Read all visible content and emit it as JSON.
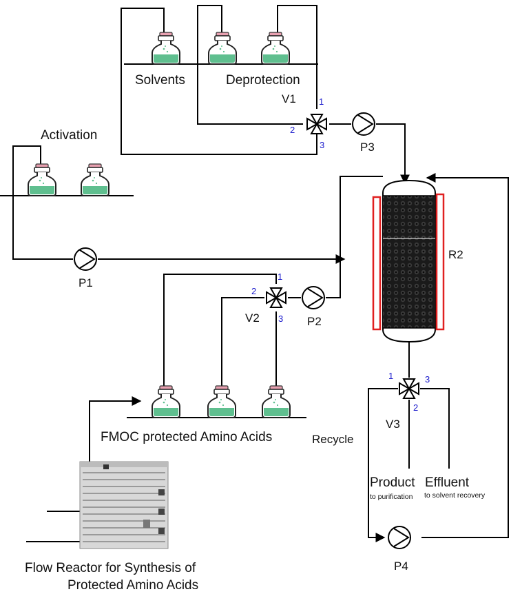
{
  "labels": {
    "solvents": "Solvents",
    "deprotection": "Deprotection",
    "activation": "Activation",
    "fmoc": "FMOC protected Amino Acids",
    "recycle": "Recycle",
    "product": "Product",
    "product_sub": "to purification",
    "effluent": "Effluent",
    "effluent_sub": "to solvent recovery",
    "flow_reactor_line1": "Flow Reactor for Synthesis of",
    "flow_reactor_line2": "Protected Amino Acids"
  },
  "valves": [
    {
      "id": "V1",
      "ports": [
        "1",
        "2",
        "3"
      ]
    },
    {
      "id": "V2",
      "ports": [
        "1",
        "2",
        "3"
      ]
    },
    {
      "id": "V3",
      "ports": [
        "1",
        "2",
        "3"
      ]
    }
  ],
  "pumps": [
    "P1",
    "P2",
    "P3",
    "P4"
  ],
  "reactor": "R2",
  "colors": {
    "liquid": "#5fbf8f",
    "cap": "#e8a0b0",
    "heater": "#e02020",
    "port_numbers": "#1a1acc",
    "packing": "#1a1a1a"
  }
}
